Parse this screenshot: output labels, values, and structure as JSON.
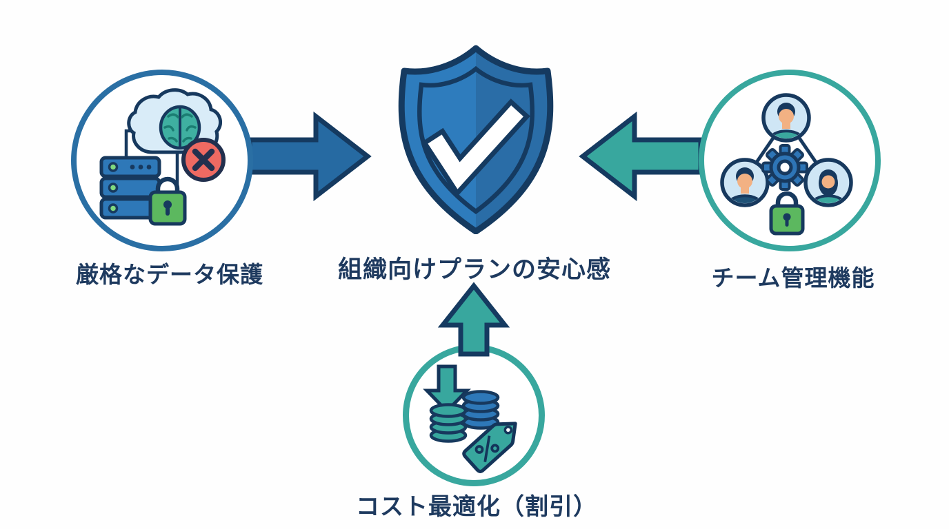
{
  "diagram": {
    "center_label": "組織向けプランの安心感",
    "center_icon": "shield-check-icon",
    "nodes": {
      "left": {
        "label": "厳格なデータ保護",
        "icon": "server-cloud-lock-icon",
        "arrow_direction": "right",
        "accent_color": "#2a6fa4"
      },
      "right": {
        "label": "チーム管理機能",
        "icon": "team-gear-lock-icon",
        "arrow_direction": "left",
        "accent_color": "#38a79e"
      },
      "bottom": {
        "label": "コスト最適化（割引）",
        "icon": "coins-discount-tag-icon",
        "arrow_direction": "up",
        "accent_color": "#38a79e"
      }
    },
    "colors": {
      "background": "#fefefe",
      "outline_navy": "#17395e",
      "shield_blue": "#2e7cbd",
      "shield_blue_dark": "#2a6da7",
      "arrow_blue": "#266aa2",
      "teal": "#38a79e",
      "text_navy": "#1e3a5f",
      "alert_red": "#ee6a62",
      "lock_green": "#5cb85f",
      "cloud_light_blue": "#d9ecf8",
      "avatar_light_blue": "#cfe6f5"
    }
  }
}
